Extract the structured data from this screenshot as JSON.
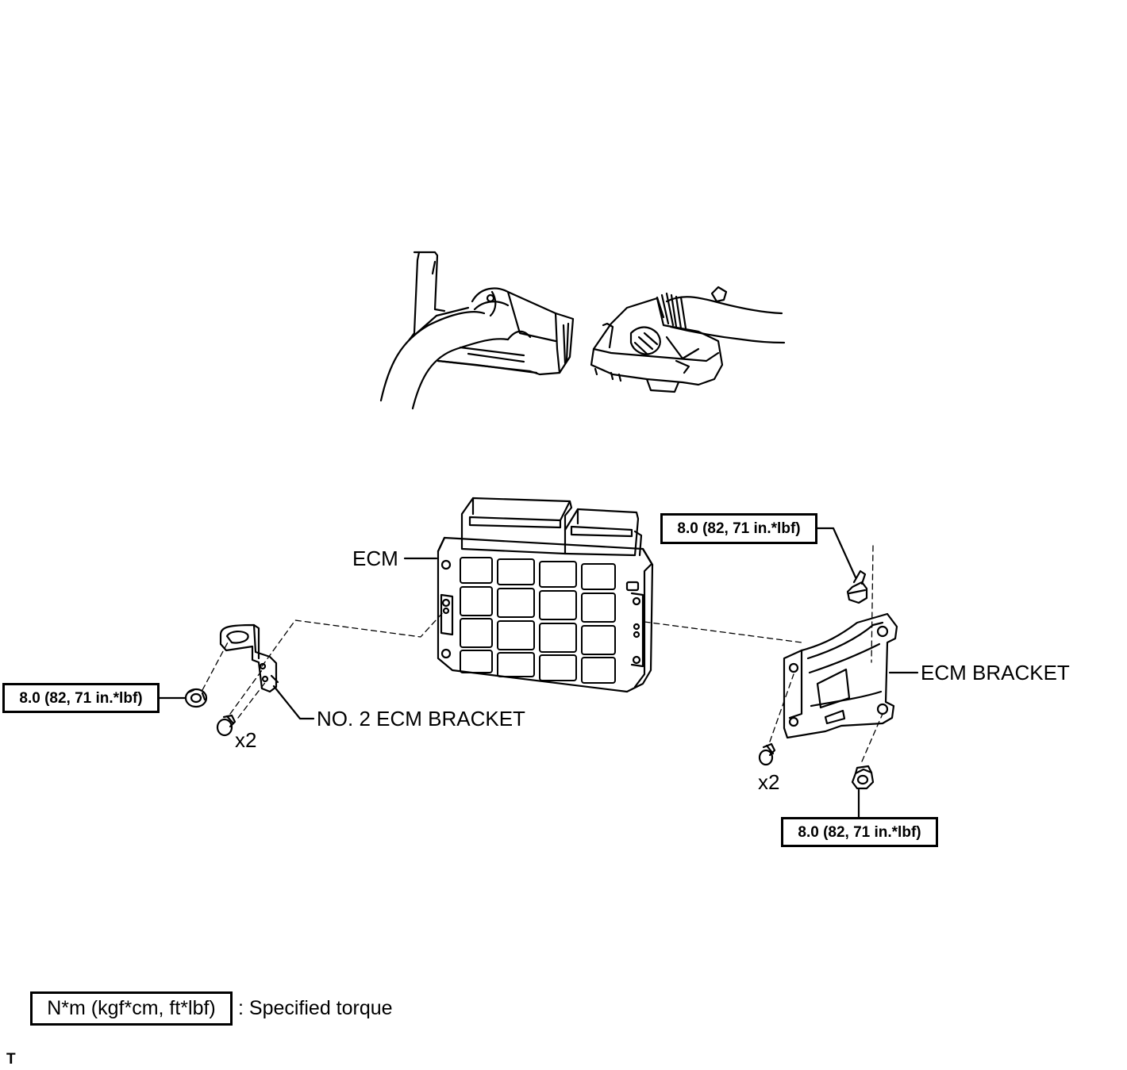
{
  "labels": {
    "ecm": "ECM",
    "no2_ecm_bracket": "NO. 2 ECM BRACKET",
    "ecm_bracket": "ECM BRACKET",
    "qty_left": "x2",
    "qty_right": "x2"
  },
  "torque": {
    "left": "8.0 (82, 71 in.*lbf)",
    "top_right": "8.0 (82, 71 in.*lbf)",
    "bottom_right": "8.0 (82, 71 in.*lbf)"
  },
  "legend": {
    "unit_box": "N*m (kgf*cm, ft*lbf)",
    "description": ": Specified torque"
  },
  "corner_mark": "T"
}
